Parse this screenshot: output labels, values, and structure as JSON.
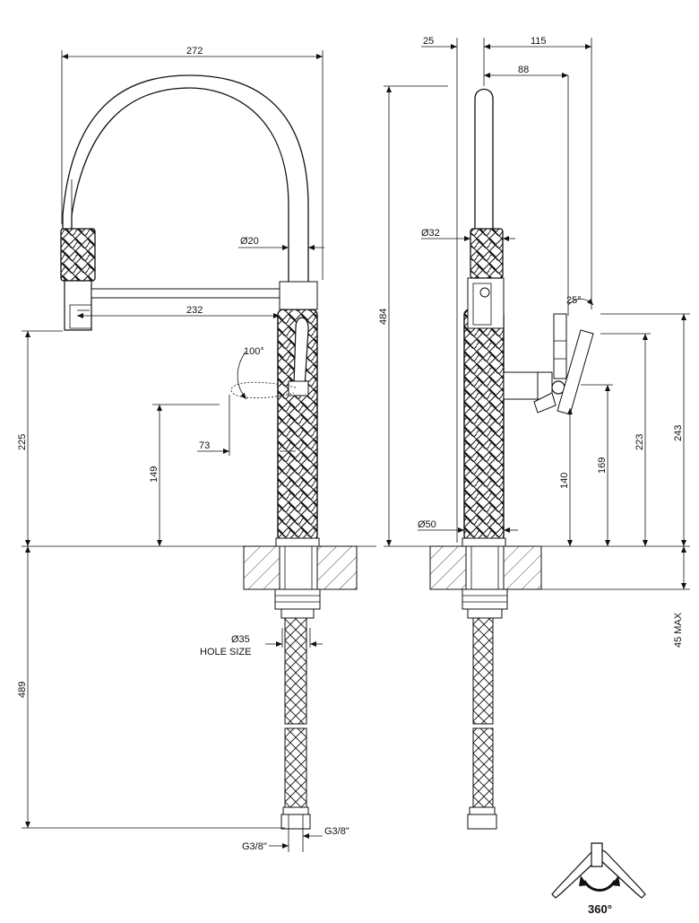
{
  "front_view": {
    "dim_width": "272",
    "dim_spout_dia": "Ø20",
    "dim_reach": "232",
    "dim_angle": "100°",
    "dim_handle": "73",
    "dim_handle_height": "149",
    "dim_base_height": "225",
    "dim_hole_size": "Ø35",
    "hole_size_label": "HOLE SIZE",
    "dim_hose_length": "489",
    "dim_thread_left": "G3/8\"",
    "dim_thread_right": "G3/8\""
  },
  "side_view": {
    "dim_offset": "25",
    "dim_depth": "115",
    "dim_spout_offset": "88",
    "dim_height": "484",
    "dim_grip_dia": "Ø32",
    "dim_lever_angle": "25°",
    "dim_body_dia": "Ø50",
    "dim_h140": "140",
    "dim_h169": "169",
    "dim_h223": "223",
    "dim_h243": "243",
    "dim_deck_max": "45 MAX"
  },
  "rotation": {
    "label": "360°"
  },
  "colors": {
    "line": "#111111",
    "background": "#ffffff"
  }
}
